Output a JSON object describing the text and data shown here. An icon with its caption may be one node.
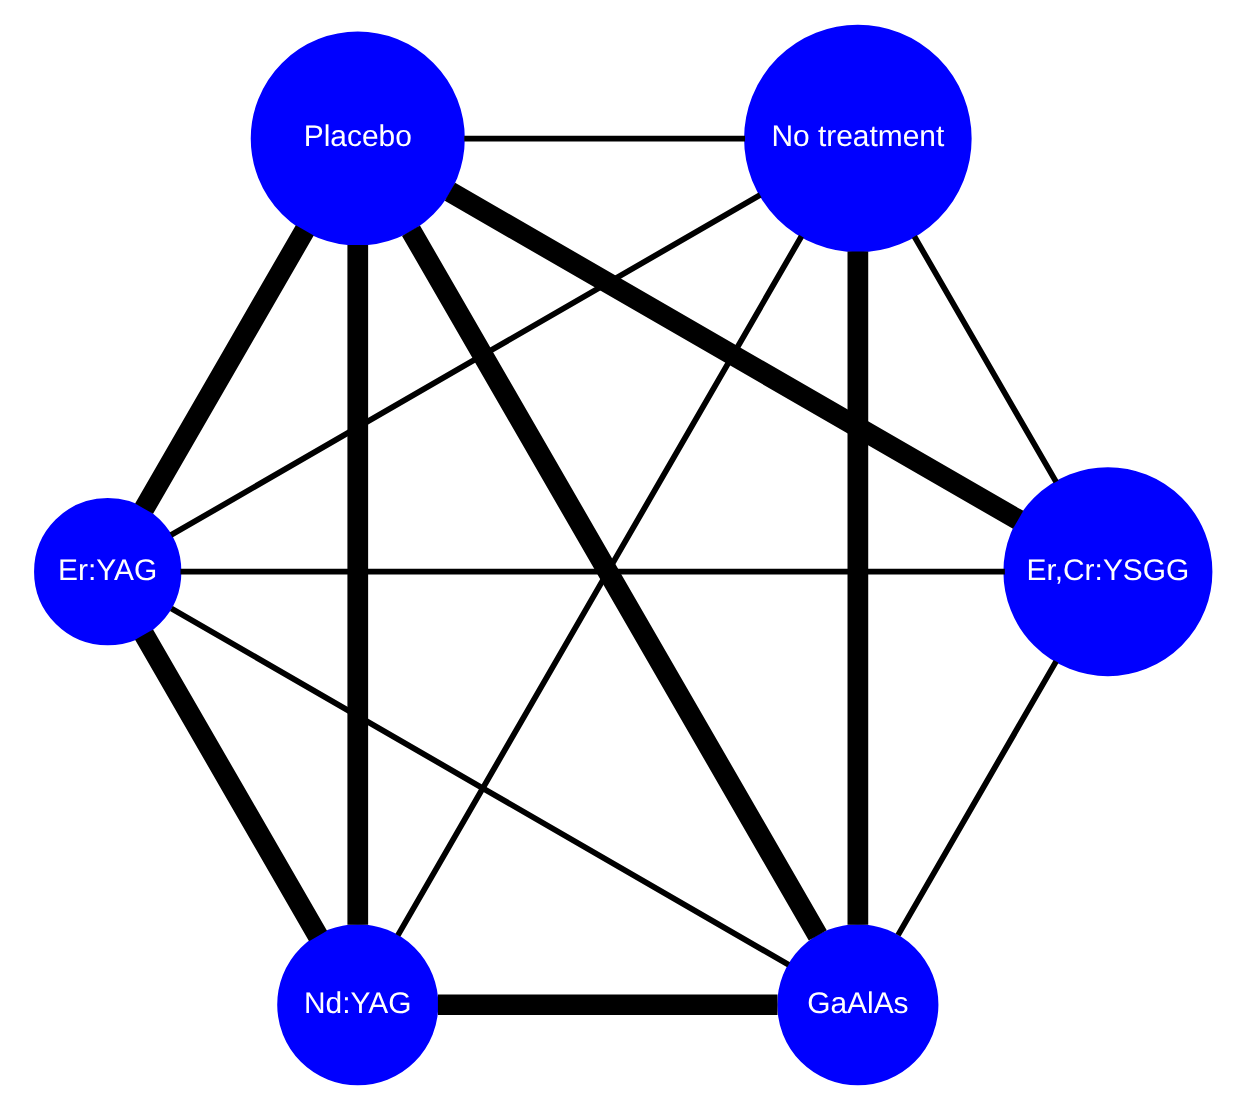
{
  "diagram": {
    "nodes": [
      {
        "text": [
          "GaAlAs"
        ]
      },
      {
        "text": [
          "Er:YAG"
        ]
      },
      {
        "text": [
          "Nd:YAG"
        ]
      },
      {
        "text": [
          "Er,Cr:YSGG"
        ]
      },
      {
        "text": [
          "No treatment"
        ]
      },
      {
        "text": [
          "Placebo"
        ]
      }
    ],
    "edges": [
      {
        "from": 0,
        "to": 1,
        "arrow": "none"
      },
      {
        "from": 0,
        "to": 2,
        "arrow": "none",
        "style": "thick"
      },
      {
        "from": 0,
        "to": 3,
        "arrow": "none"
      },
      {
        "from": 0,
        "to": 4,
        "arrow": "none",
        "style": "thick"
      },
      {
        "from": 0,
        "to": 5,
        "arrow": "none",
        "style": "thick"
      },
      {
        "from": 1,
        "to": 2,
        "arrow": "none",
        "style": "thick"
      },
      {
        "from": 1,
        "to": 3,
        "arrow": "none"
      },
      {
        "from": 1,
        "to": 4,
        "arrow": "none"
      },
      {
        "from": 1,
        "to": 5,
        "arrow": "none",
        "style": "thick"
      },
      {
        "from": 2,
        "to": 4,
        "arrow": "none"
      },
      {
        "from": 2,
        "to": 5,
        "arrow": "none",
        "style": "thick"
      },
      {
        "from": 3,
        "to": 5,
        "arrow": "none",
        "style": "thick"
      },
      {
        "from": 3,
        "to": 4,
        "arrow": "none"
      },
      {
        "from": 4,
        "to": 5,
        "arrow": "none"
      }
    ]
  }
}
